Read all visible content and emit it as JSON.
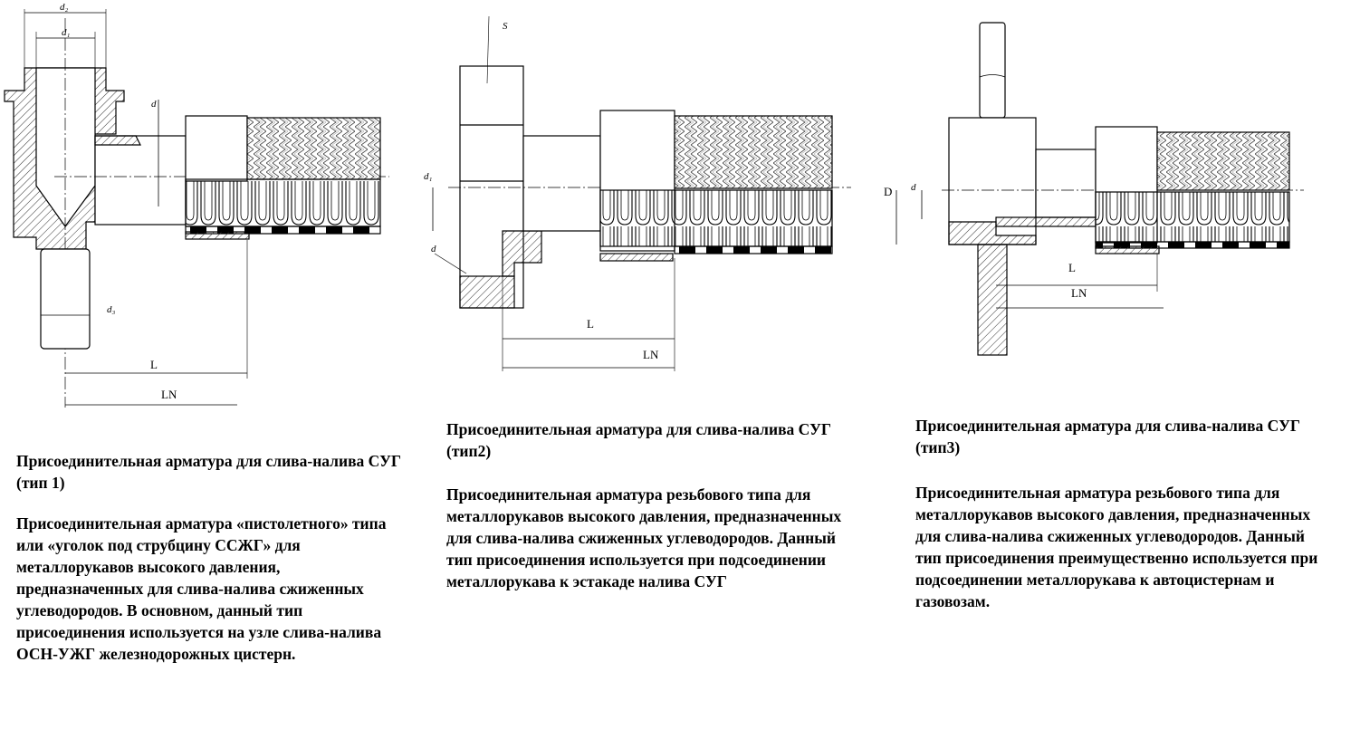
{
  "fittings": [
    {
      "id": "type1",
      "title": "Присоединительная арматура для слива-налива СУГ (тип 1)",
      "description": "Присоединительная арматура «пистолетного» типа или «уголок под струбцину ССЖГ» для металлорукавов высокого давления, предназначенных для слива-налива сжиженных углеводородов. В основном, данный тип присоединения используется на узле слива-налива ОСН-УЖГ железнодорожных цистерн.",
      "dims": {
        "d2": "d₂",
        "d1": "d₁",
        "d": "d",
        "d3": "d₃",
        "L": "L",
        "LN": "LN"
      }
    },
    {
      "id": "type2",
      "title": "Присоединительная арматура для слива-налива СУГ  (тип2)",
      "description": "Присоединительная арматура резьбового типа для металлорукавов высокого давления, предназначенных для слива-налива сжиженных углеводородов. Данный тип присоединения используется при подсоединении металлорукава к эстакаде налива СУГ",
      "dims": {
        "S": "S",
        "d1": "d₁",
        "d": "d",
        "L": "L",
        "LN": "LN"
      }
    },
    {
      "id": "type3",
      "title": "Присоединительная арматура для слива-налива СУГ  (тип3)",
      "description": "Присоединительная арматура резьбового типа для металлорукавов высокого давления, предназначенных для слива-налива сжиженных углеводородов. Данный тип присоединения преимущественно используется при подсоединении металлорукава к автоцистернам и газовозам.",
      "dims": {
        "D": "D",
        "d": "d",
        "L": "L",
        "LN": "LN"
      }
    }
  ],
  "colors": {
    "ink": "#000000",
    "paper": "#ffffff",
    "hatch": "#333333"
  }
}
